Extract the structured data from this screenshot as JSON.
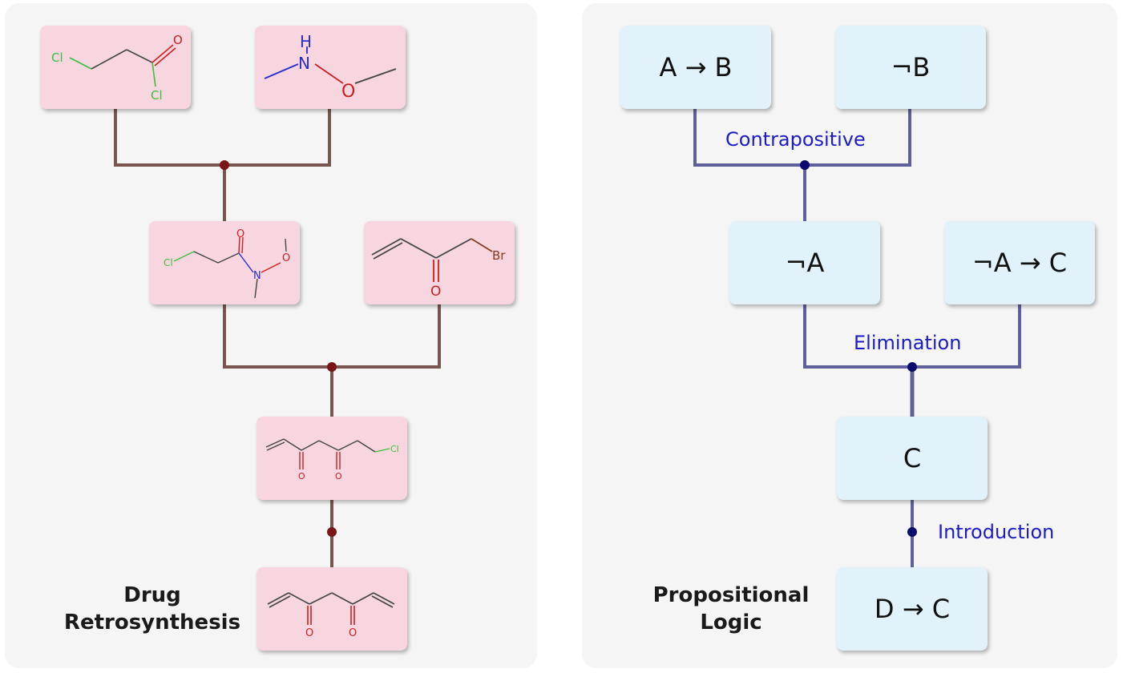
{
  "left_panel": {
    "caption_line1": "Drug",
    "caption_line2": "Retrosynthesis",
    "molecules": [
      {
        "id": "m1",
        "atoms": [
          "Cl",
          "O",
          "Cl"
        ]
      },
      {
        "id": "m2",
        "atoms": [
          "H",
          "N",
          "O"
        ]
      },
      {
        "id": "m3",
        "atoms": [
          "Cl",
          "O",
          "N",
          "O"
        ]
      },
      {
        "id": "m4",
        "atoms": [
          "Br",
          "O"
        ]
      },
      {
        "id": "m5",
        "atoms": [
          "O",
          "O",
          "Cl"
        ]
      },
      {
        "id": "m6",
        "atoms": [
          "O",
          "O"
        ]
      }
    ],
    "colors": {
      "node": "#f7d6df",
      "line": "#7a5550",
      "junction": "#7a1515"
    }
  },
  "right_panel": {
    "caption_line1": "Propositional",
    "caption_line2": "Logic",
    "nodes": {
      "a_implies_b": "A → B",
      "not_b": "¬B",
      "not_a": "¬A",
      "not_a_implies_c": "¬A → C",
      "c": "C",
      "d_implies_c": "D → C"
    },
    "edge_labels": {
      "contrapositive": "Contrapositive",
      "elimination": "Elimination",
      "introduction": "Introduction"
    },
    "colors": {
      "node": "#e1f2fa",
      "line": "#5f5f9c",
      "junction": "#0a0a6e",
      "label": "#1c1cc8"
    }
  }
}
